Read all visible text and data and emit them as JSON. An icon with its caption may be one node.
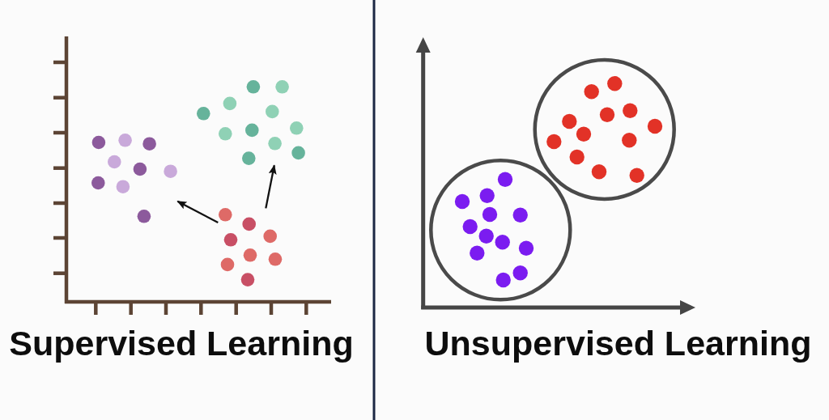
{
  "diagram": {
    "nodes": [
      {
        "text": [],
        "shape": "cluster"
      },
      {
        "text": [],
        "shape": "cluster"
      },
      {
        "text": [],
        "shape": "cluster"
      }
    ],
    "edges": [
      {
        "from": 2,
        "to": 0,
        "arrow": "to"
      },
      {
        "from": 2,
        "to": 1,
        "arrow": "to"
      }
    ],
    "labels": [
      "Supervised Learning",
      "Unsupervised Learning"
    ]
  }
}
